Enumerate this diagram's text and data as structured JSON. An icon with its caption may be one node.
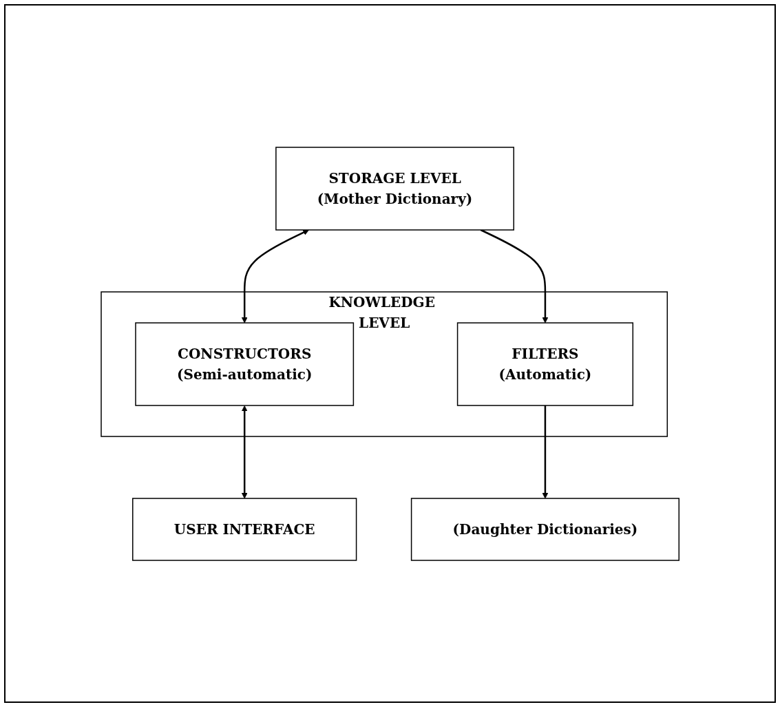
{
  "diagram": {
    "nodes": [
      {
        "text": [
          "STORAGE LEVEL",
          "(Mother Dictionary)"
        ]
      },
      {
        "text": [
          "KNOWLEDGE LEVEL"
        ]
      },
      {
        "text": [
          "CONSTRUCTORS",
          "(Semi-automatic)"
        ],
        "in": 1
      },
      {
        "text": [
          "FILTERS",
          "(Automatic)"
        ],
        "in": 1
      },
      {
        "text": [
          "USER INTERFACE"
        ]
      },
      {
        "text": [
          "(Daughter Dictionaries)"
        ]
      }
    ],
    "edges": [
      {
        "from": 0,
        "to": 2,
        "arrow": "both"
      },
      {
        "from": 0,
        "to": 3,
        "arrow": "to"
      },
      {
        "from": 2,
        "to": 4,
        "arrow": "both"
      },
      {
        "from": 3,
        "to": 5,
        "arrow": "to"
      }
    ]
  }
}
